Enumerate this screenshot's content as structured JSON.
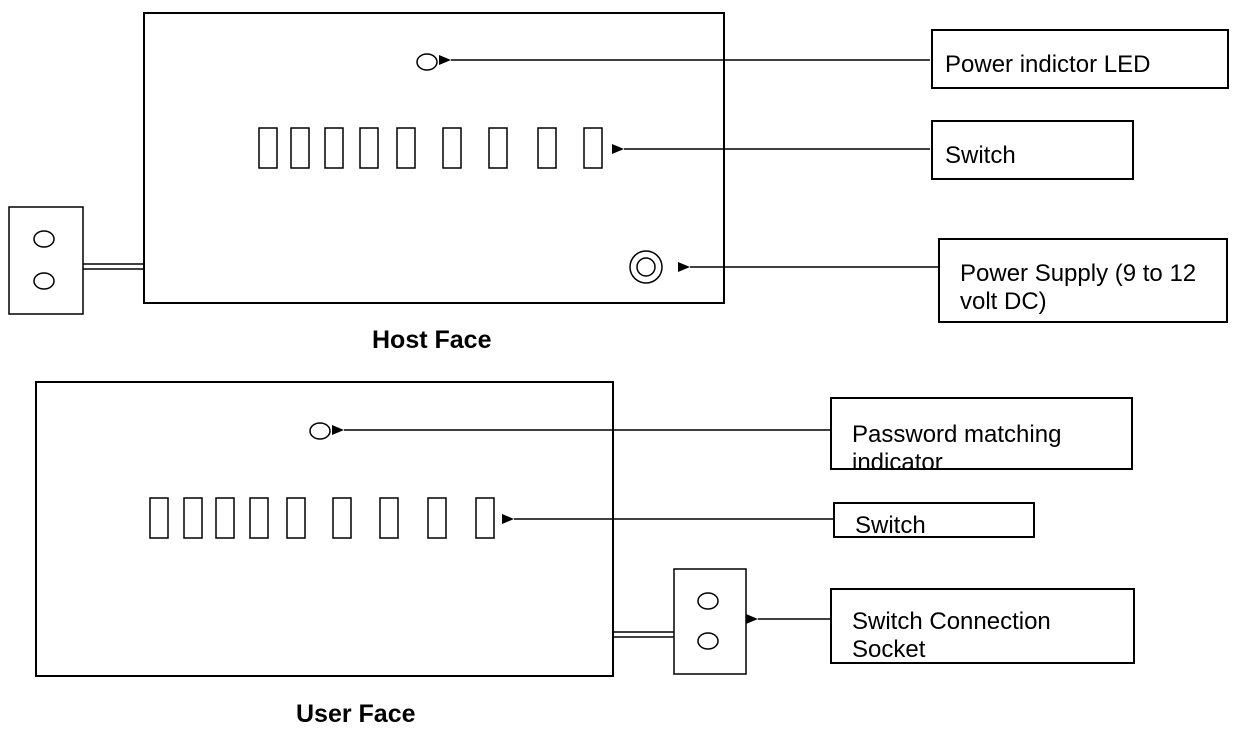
{
  "host_face": {
    "caption": "Host Face",
    "labels": {
      "power_led": "Power indictor LED",
      "switch": "Switch",
      "power_supply": "Power Supply (9 to 12 volt  DC)"
    }
  },
  "user_face": {
    "caption": "User Face",
    "labels": {
      "password_indicator": "Password matching indicator",
      "switch": "Switch",
      "socket": "Switch Connection Socket"
    }
  },
  "colors": {
    "stroke": "#000000",
    "background": "#ffffff"
  }
}
